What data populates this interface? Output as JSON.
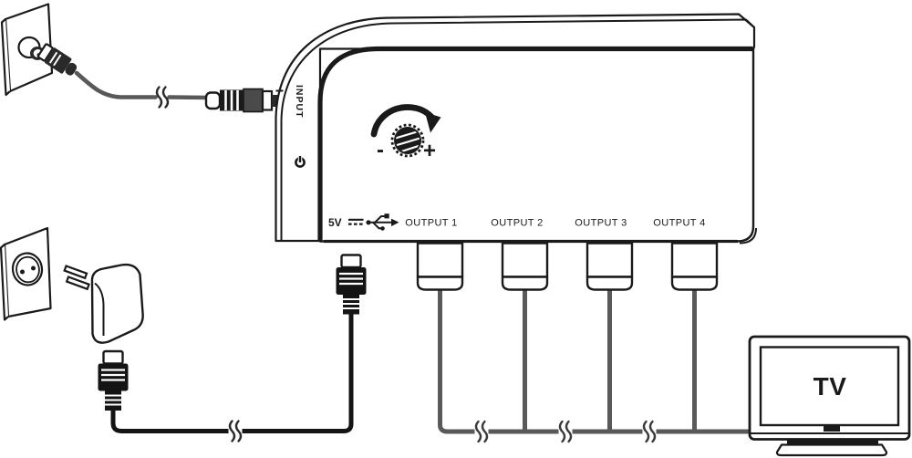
{
  "device": {
    "input_label": "INPUT",
    "power_label": "5V",
    "gain_min_label": "-",
    "gain_max_label": "+",
    "output_labels": [
      "OUTPUT 1",
      "OUTPUT 2",
      "OUTPUT 3",
      "OUTPUT 4"
    ]
  },
  "tv": {
    "label": "TV"
  },
  "icons": {
    "power_button": "power-icon",
    "dc_voltage": "dc-voltage-icon",
    "usb": "usb-icon",
    "gain_knob": "rotary-knob-icon",
    "cable_break": "cable-break-icon",
    "antenna_socket": "antenna-wall-socket-icon",
    "mains_socket": "mains-wall-socket-icon",
    "power_adapter": "power-adapter-icon"
  },
  "colors": {
    "line": "#1a1a1a",
    "signal_cable": "#595959",
    "power_cable": "#141414",
    "plug_body": "#4a4a4a",
    "background": "#ffffff"
  }
}
